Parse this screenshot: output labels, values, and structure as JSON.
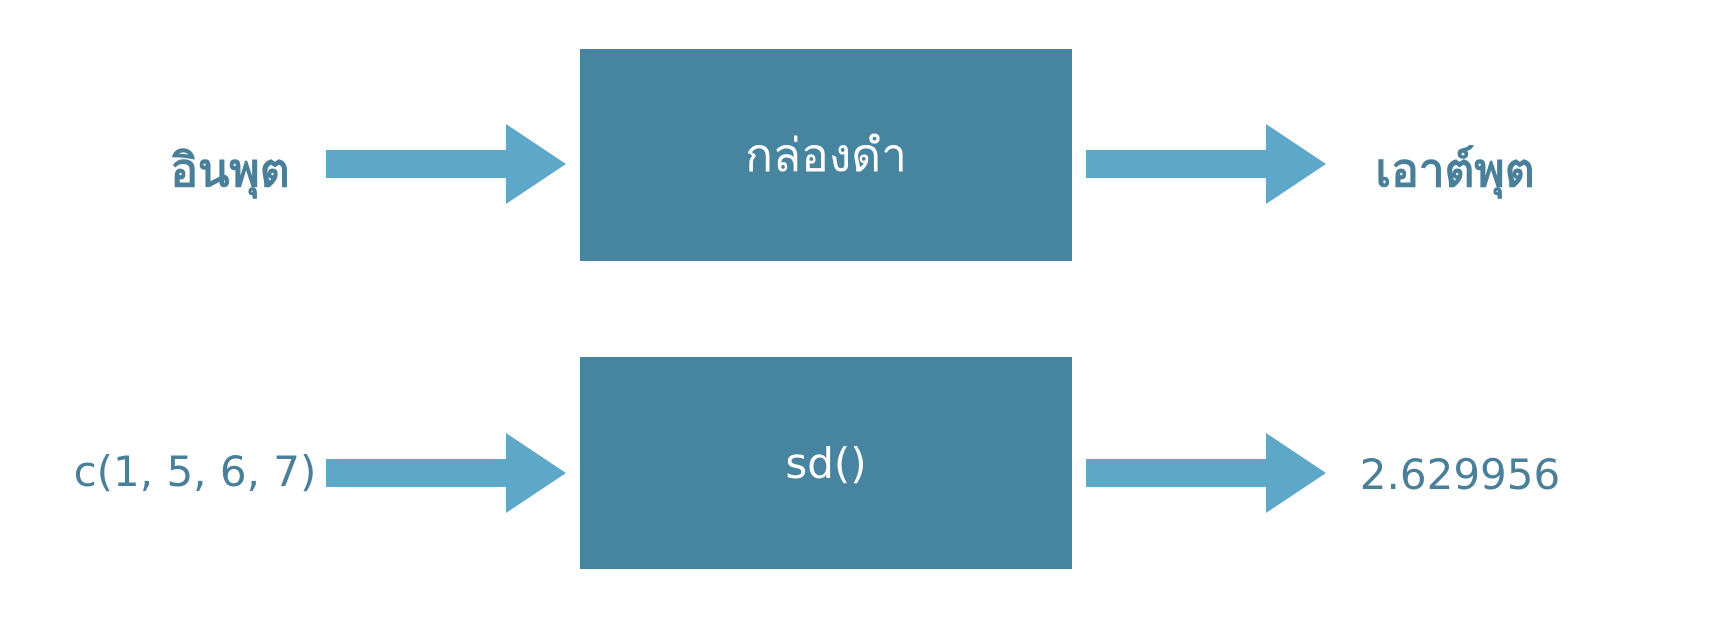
{
  "colors": {
    "box": "#47849f",
    "arrow": "#5da7c9",
    "text": "#4a7f9a",
    "box_text": "#ffffff"
  },
  "rows": [
    {
      "input": "อินพุต",
      "process": "กล่องดำ",
      "output": "เอาต์พุต"
    },
    {
      "input": "c(1, 5, 6, 7)",
      "process": "sd()",
      "output": "2.629956"
    }
  ]
}
